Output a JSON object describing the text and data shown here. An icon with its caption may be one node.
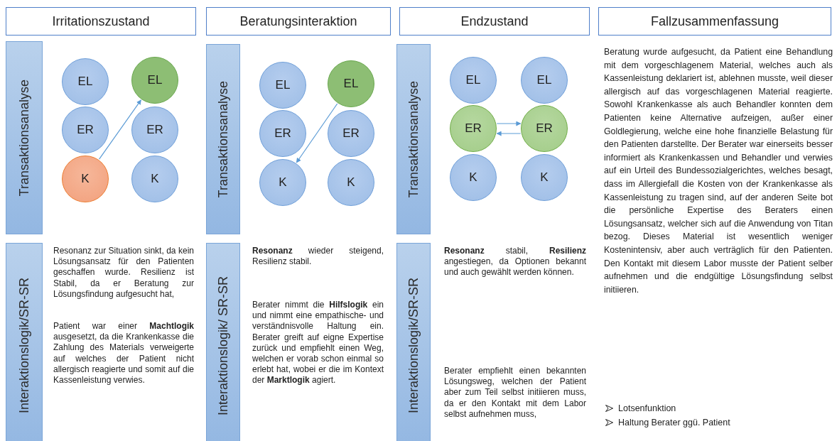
{
  "diagram": {
    "nodes": [
      {
        "text": [
          "Irritationszustand"
        ]
      },
      {
        "text": [
          "Beratungsinteraktion"
        ]
      },
      {
        "text": [
          "Endzustand"
        ]
      },
      {
        "text": [
          "Fallzusammenfassung"
        ]
      },
      {
        "text": [
          "Transaktionsanalyse"
        ]
      },
      {
        "text": [
          "EL"
        ]
      },
      {
        "text": [
          "ER"
        ]
      },
      {
        "text": [
          "K"
        ]
      },
      {
        "text": [
          "EL"
        ]
      },
      {
        "text": [
          "ER"
        ]
      },
      {
        "text": [
          "K"
        ]
      },
      {
        "text": [
          "Transaktionsanalyse"
        ]
      },
      {
        "text": [
          "EL"
        ]
      },
      {
        "text": [
          "ER"
        ]
      },
      {
        "text": [
          "K"
        ]
      },
      {
        "text": [
          "EL"
        ]
      },
      {
        "text": [
          "ER"
        ]
      },
      {
        "text": [
          "K"
        ]
      },
      {
        "text": [
          "Transaktionsanalyse"
        ]
      },
      {
        "text": [
          "EL"
        ]
      },
      {
        "text": [
          "ER"
        ]
      },
      {
        "text": [
          "K"
        ]
      },
      {
        "text": [
          "EL"
        ]
      },
      {
        "text": [
          "ER"
        ]
      },
      {
        "text": [
          "K"
        ]
      },
      {
        "text": [
          "Interaktionslogik/SR-SR"
        ]
      },
      {
        "text": [
          "Interaktionslogik/ SR-SR"
        ]
      },
      {
        "text": [
          "Interaktionslogik/SR-SR"
        ]
      }
    ],
    "edges": [
      {
        "from": 7,
        "to": 8,
        "arrow": "to"
      },
      {
        "from": 15,
        "to": 14,
        "arrow": "to"
      },
      {
        "from": 20,
        "to": 23,
        "arrow": "to"
      },
      {
        "from": 23,
        "to": 20,
        "arrow": "to"
      }
    ],
    "labels": [
      "Resonanz zur Situation sinkt, da kein Lösungsansatz für den Patienten geschaffen wurde. Resilienz ist Stabil, da er Beratung zur Lösungsfindung aufgesucht hat,",
      "Patient war einer **Machtlogik** ausgesetzt, da die Krankenkasse die Zahlung des Materials verweigerte auf welches der Patient nicht allergisch reagierte und somit auf die Kassenleistung verwies.",
      "**Resonanz** wieder steigend, Resilienz stabil.",
      "Berater nimmt die **Hilfslogik** ein und nimmt eine empathische- und verständnisvolle Haltung ein. Berater greift auf eigne Expertise zurück und empfiehlt einen Weg, welchen er vorab schon einmal so erlebt hat, wobei er die im Kontext der **Marktlogik** agiert.",
      "**Resonanz** stabil, **Resilienz** angestiegen, da Optionen bekannt und auch gewählt werden können.",
      "Berater empfiehlt einen bekannten Lösungsweg, welchen der Patient aber zum Teil selbst initiieren muss, da er den Kontakt mit dem Labor selbst aufnehmen muss,",
      "Beratung wurde aufgesucht, da Patient eine Behandlung mit dem vorgeschlagenem Material, welches auch als Kassenleistung deklariert ist, ablehnen musste, weil dieser allergisch auf das vorgeschlagenen Material reagierte. Sowohl Krankenkasse als auch Behandler konnten dem Patienten keine Alternative aufzeigen, außer einer Goldlegierung, welche eine hohe finanzielle Belastung für den Patienten darstellte. Der Berater war einerseits besser informiert als Krankenkassen und Behandler und verwies auf ein Urteil des Bundessozialgerichtes, welches besagt, dass im Allergiefall die Kosten von der Krankenkasse als Kassenleistung zu tragen sind, auf der anderen Seite bot die persönliche Expertise des Beraters einen Lösungsansatz, welcher sich auf die Anwendung von Titan bezog. Dieses Material ist wesentlich weniger Kostenintensiv, aber auch verträglich für den Patienten. Den Kontakt mit diesem Labor musste der Patient selber aufnehmen und die endgültige Lösungsfindung selbst initiieren.",
      "Lotsenfunktion",
      "Haltung Berater ggü. Patient"
    ]
  }
}
